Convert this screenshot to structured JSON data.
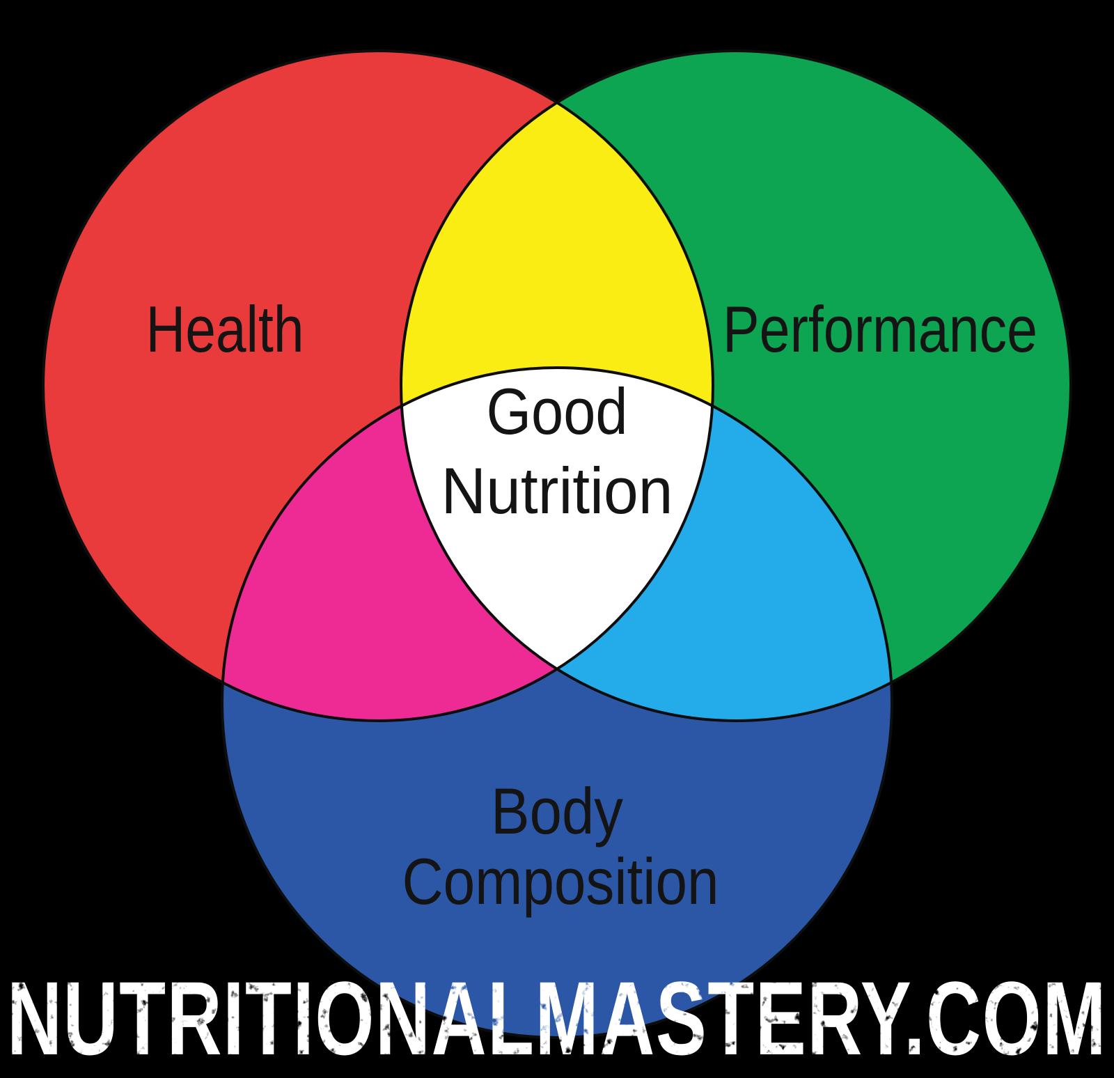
{
  "background": "#000000",
  "outline_color": "#0d0d0d",
  "text_color": "#141414",
  "diagram": {
    "type": "venn",
    "sets": [
      {
        "id": "health",
        "label": "Health",
        "color": "#e93a3c"
      },
      {
        "id": "performance",
        "label": "Performance",
        "color": "#0da551"
      },
      {
        "id": "body_composition",
        "label": "Body Composition",
        "color": "#2b57a6"
      }
    ],
    "display_lines": {
      "body_line1": "Body",
      "body_line2": "Composition",
      "center_line1": "Good",
      "center_line2": "Nutrition"
    },
    "overlap_colors": {
      "health_performance": "#f9ed13",
      "health_body": "#ee2b94",
      "performance_body": "#24abe9"
    },
    "center": {
      "label": "Good Nutrition",
      "color": "#ffffff"
    }
  },
  "footer": {
    "website": "NUTRITIONALMASTERY.COM",
    "color": "#ffffff"
  }
}
